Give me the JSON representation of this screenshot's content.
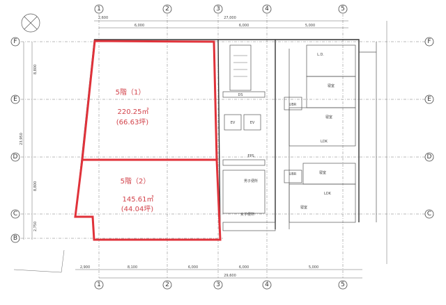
{
  "plan": {
    "grid_columns": [
      "1",
      "2",
      "3",
      "4",
      "5"
    ],
    "grid_rows": [
      "F",
      "E",
      "D",
      "C",
      "B"
    ],
    "top_dimensions": [
      "2,600",
      "27,000",
      "6,000",
      "6,000",
      "5,000"
    ],
    "bottom_dimensions": [
      "2,900",
      "8,100",
      "6,000",
      "6,000",
      "5,000",
      "29,600"
    ],
    "left_dimensions": [
      "8,800",
      "23,950",
      "8,800",
      "2,750"
    ],
    "room_labels": [
      "L.D.",
      "寝室",
      "UBR",
      "寝室",
      "LDK",
      "EV",
      "EV",
      "DS",
      "EPS",
      "寝室",
      "UBR",
      "LDK",
      "寝室",
      "男子便所",
      "女子便所"
    ],
    "highlight_color": "#e0323a",
    "units": [
      {
        "name": "5階（1）",
        "area_m2": "220.25㎡",
        "area_tsubo": "(66.63坪)"
      },
      {
        "name": "5階（2）",
        "area_m2": "145.61㎡",
        "area_tsubo": "(44.04坪)"
      }
    ]
  }
}
